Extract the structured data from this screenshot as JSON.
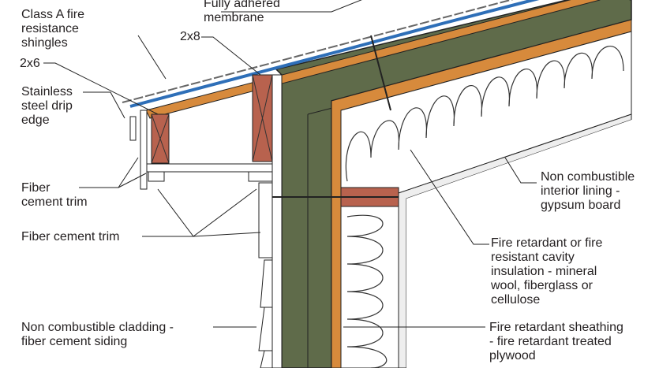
{
  "labels": {
    "membrane": "Fully adhered\nmembrane",
    "shingles": "Class A fire\nresistance\nshingles",
    "two_by_six": "2x6",
    "two_by_eight": "2x8",
    "drip_edge": "Stainless\nsteel drip\nedge",
    "fiber_trim_1": "Fiber\ncement trim",
    "fiber_trim_2": "Fiber cement trim",
    "cladding": "Non combustible cladding -\nfiber cement siding",
    "interior_lining": "Non combustible\ninterior lining -\ngypsum board",
    "cavity_insulation": "Fire retardant or fire\nresistant cavity\ninsulation - mineral\nwool, fiberglass or\ncellulose",
    "sheathing": "Fire retardant sheathing\n- fire retardant treated\nplywood"
  },
  "colors": {
    "green": "#5f6b4a",
    "orange": "#d78a3c",
    "blue": "#2e6fb8",
    "wood": "#b8624e",
    "interior": "#ddd8c8"
  }
}
